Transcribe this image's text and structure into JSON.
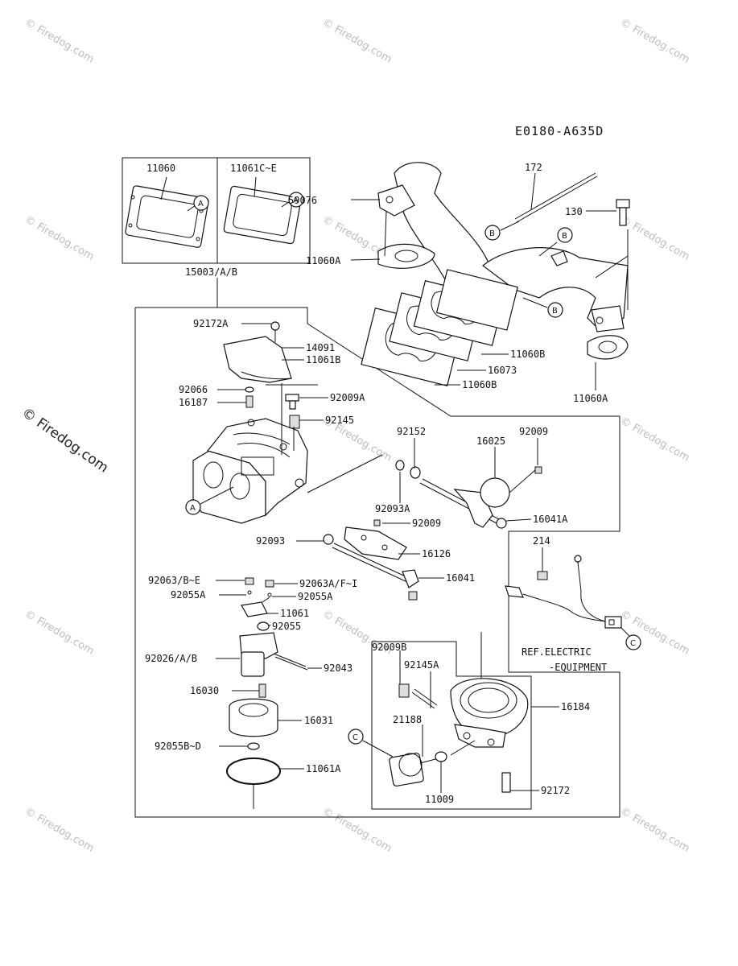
{
  "diagram_code": "E0180-A635D",
  "watermark": "© Firedog.com",
  "side_watermark": "© Firedog.com",
  "callouts": {
    "a": "A",
    "b": "B",
    "c": "C"
  },
  "labels": {
    "p11060": "11060",
    "p11061c_e": "11061C~E",
    "p15003": "15003/A/B",
    "p59076": "59076",
    "p11060a_1": "11060A",
    "p172": "172",
    "p130": "130",
    "p11060b_1": "11060B",
    "p16073": "16073",
    "p11060b_2": "11060B",
    "p11060a_2": "11060A",
    "p92172a": "92172A",
    "p14091": "14091",
    "p11061b": "11061B",
    "p92066": "92066",
    "p16187": "16187",
    "p92009a": "92009A",
    "p92145": "92145",
    "p92152": "92152",
    "p16025": "16025",
    "p92009_1": "92009",
    "p92093a": "92093A",
    "p16041a": "16041A",
    "p92009_2": "92009",
    "p92093": "92093",
    "p16126": "16126",
    "p92063b_e": "92063/B~E",
    "p92063a_fi": "92063A/F~I",
    "p92055a_1": "92055A",
    "p92055a_2": "92055A",
    "p16041": "16041",
    "p11061": "11061",
    "p92055": "92055",
    "p92026": "92026/A/B",
    "p92043": "92043",
    "p16030": "16030",
    "p16031": "16031",
    "p92055b_d": "92055B~D",
    "p11061a": "11061A",
    "p214": "214",
    "p_ref1": "REF.ELECTRIC",
    "p_ref2": "-EQUIPMENT",
    "p92009b": "92009B",
    "p92145a": "92145A",
    "p16184": "16184",
    "p21188": "21188",
    "p11009": "11009",
    "p92172": "92172"
  }
}
